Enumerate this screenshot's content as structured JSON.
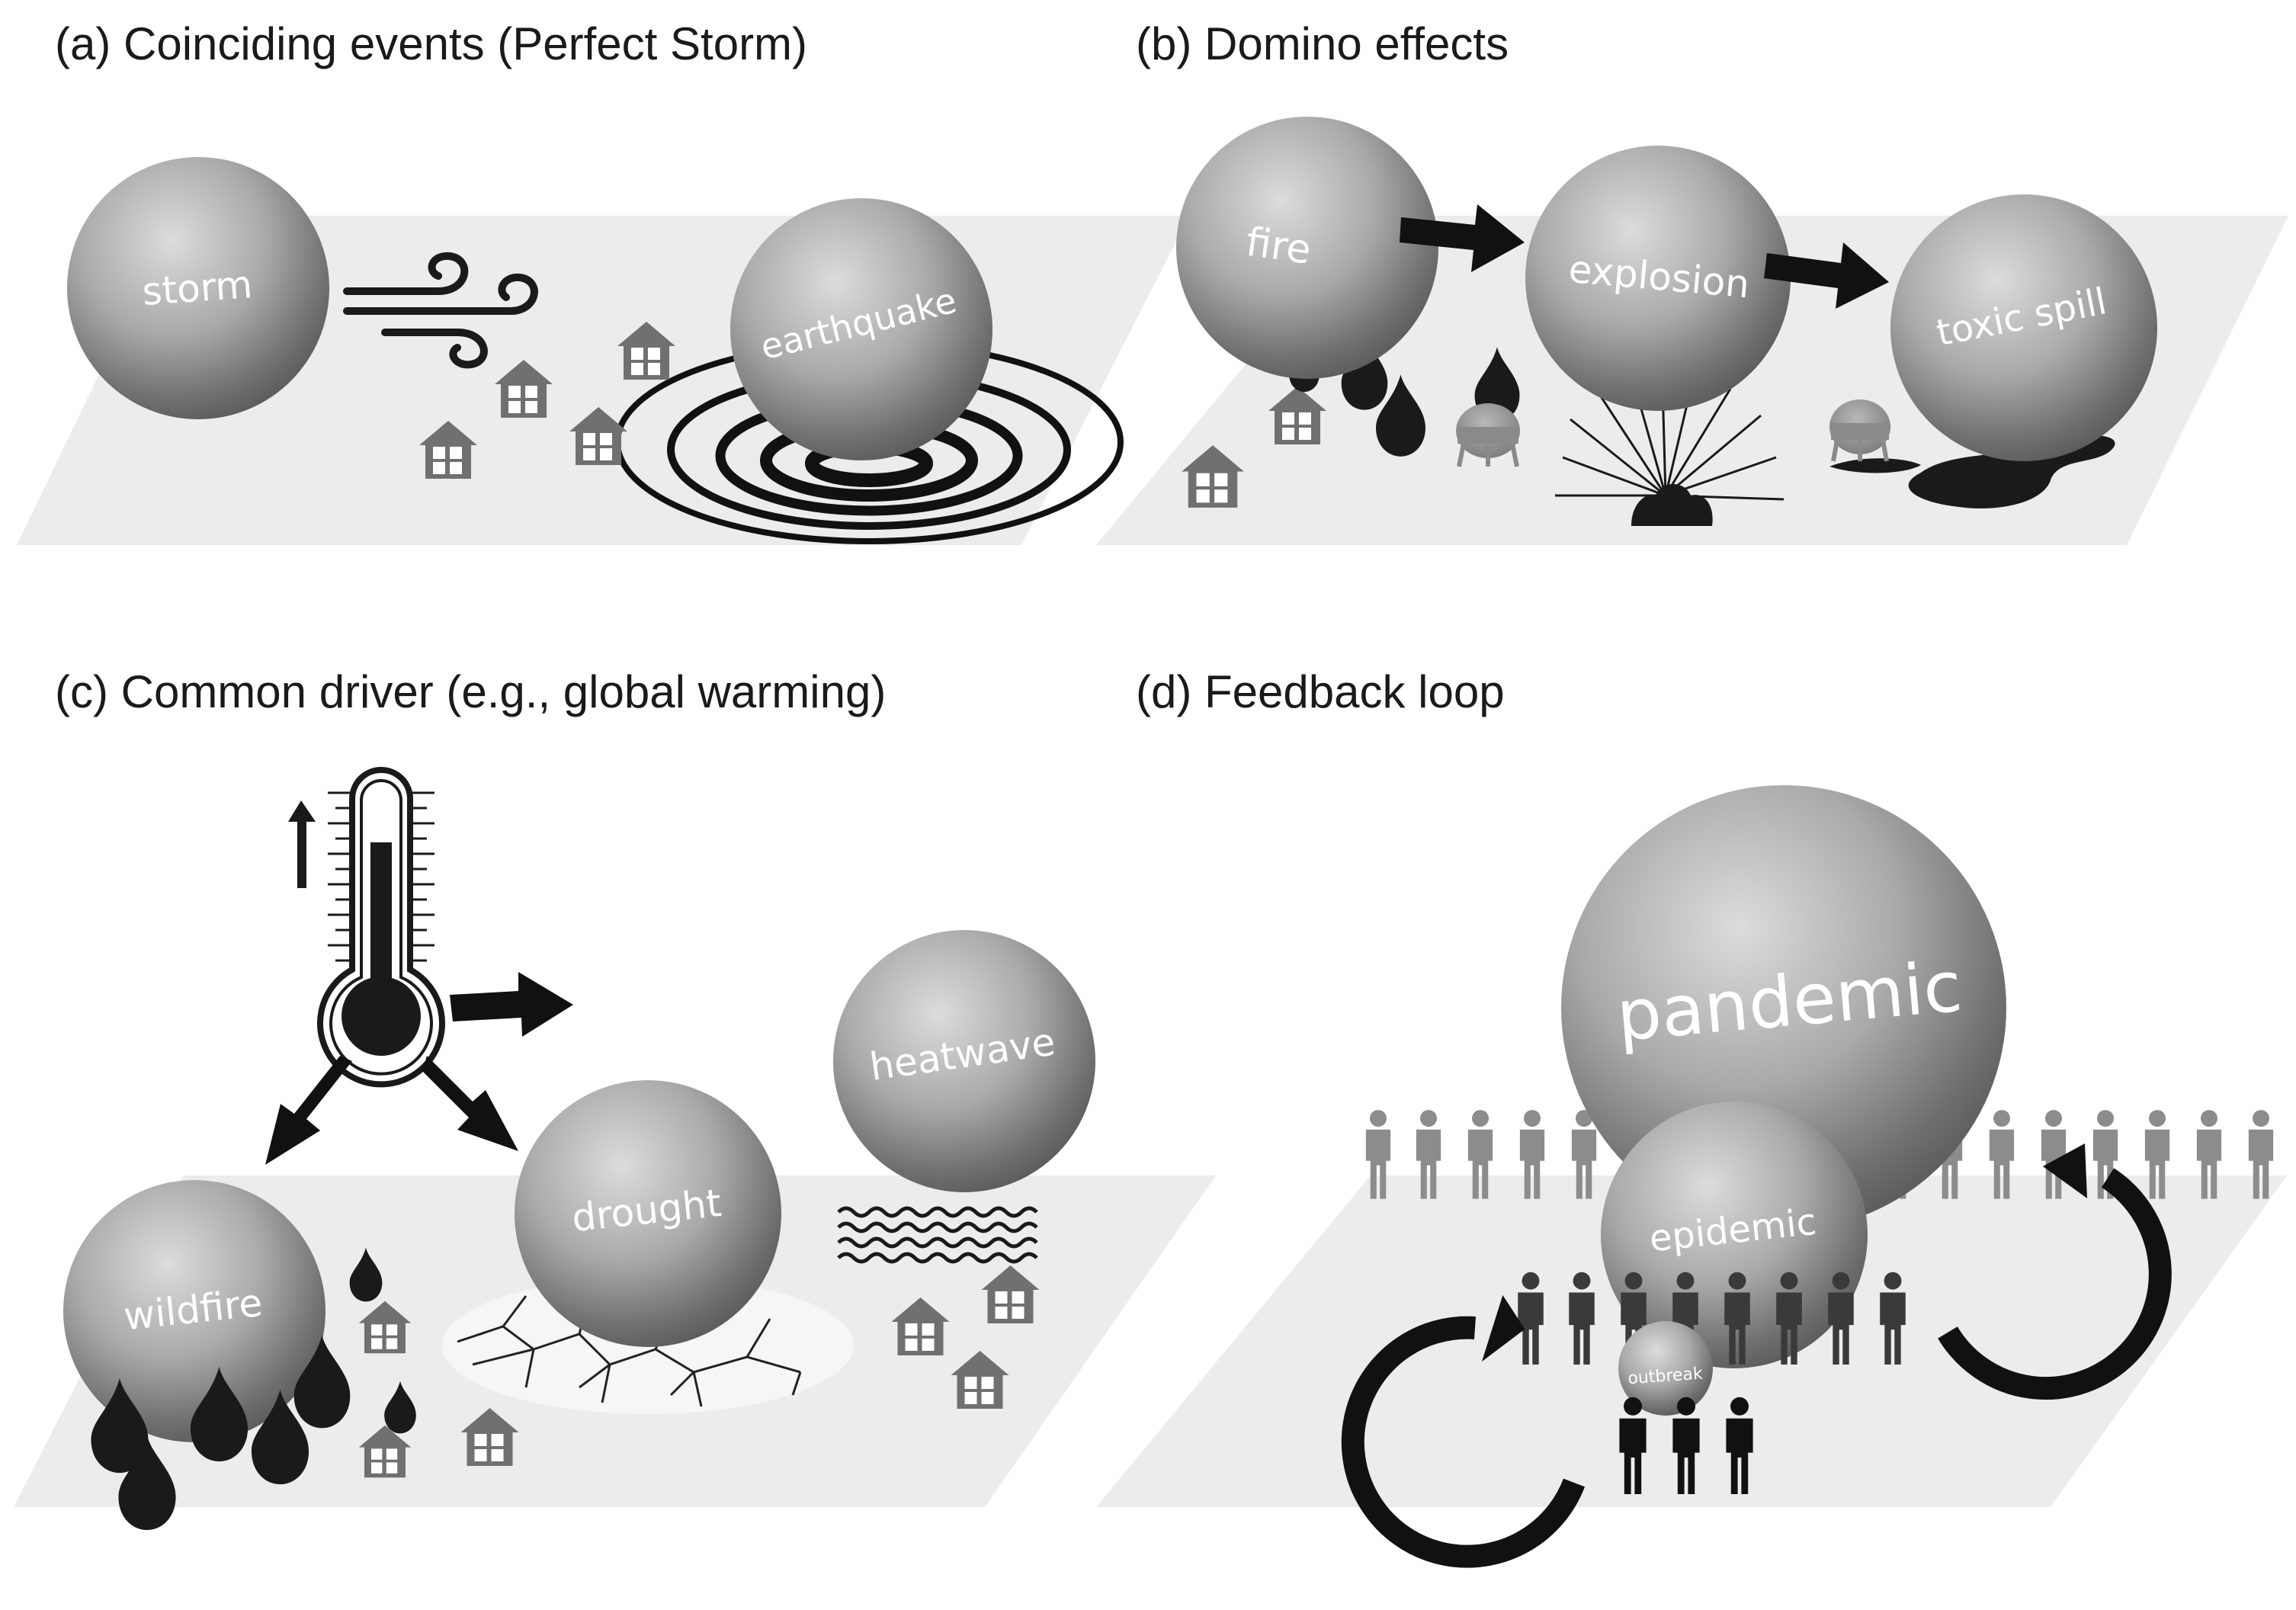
{
  "panels": {
    "a": {
      "title": "(a) Coinciding events (Perfect Storm)",
      "spheres": {
        "storm": "storm",
        "earthquake": "earthquake"
      }
    },
    "b": {
      "title": "(b) Domino effects",
      "spheres": {
        "fire": "fire",
        "explosion": "explosion",
        "toxic_spill": "toxic spill"
      }
    },
    "c": {
      "title": "(c) Common driver (e.g., global warming)",
      "spheres": {
        "wildfire": "wildfire",
        "drought": "drought",
        "heatwave": "heatwave"
      }
    },
    "d": {
      "title": "(d) Feedback loop",
      "spheres": {
        "pandemic": "pandemic",
        "epidemic": "epidemic",
        "outbreak": "outbreak"
      }
    }
  },
  "colors": {
    "ground": "#ececec",
    "house": "#707070",
    "dark_icon": "#1a1a1a",
    "person_grey": "#8c8c8c",
    "person_dark": "#3a3a3a"
  }
}
